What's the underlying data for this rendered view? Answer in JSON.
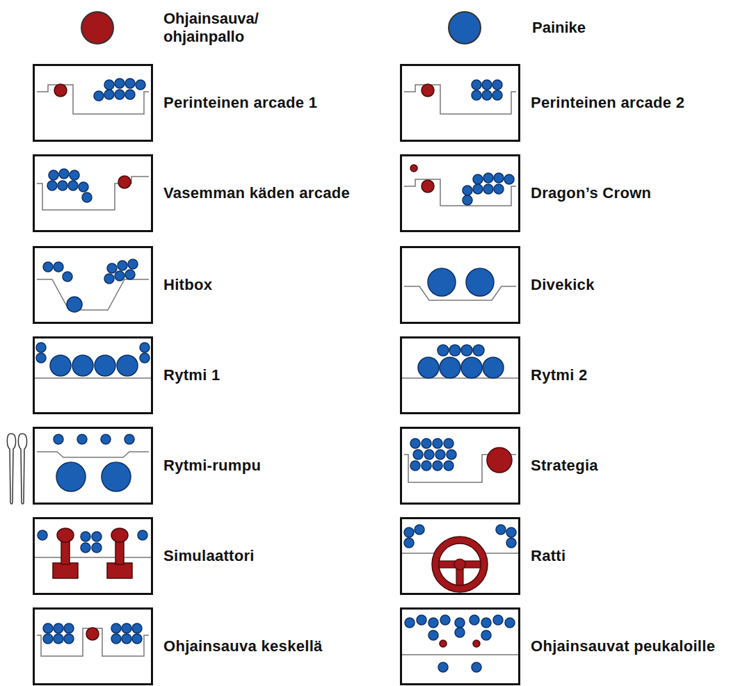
{
  "diagram": {
    "nodes": [
      {
        "text": [
          "Perinteinen arcade 1"
        ]
      },
      {
        "text": [
          "Perinteinen arcade 2"
        ]
      },
      {
        "text": [
          "Vasemman käden arcade"
        ]
      },
      {
        "text": [
          "Dragon’s Crown"
        ]
      },
      {
        "text": [
          "Hitbox"
        ]
      },
      {
        "text": [
          "Divekick"
        ]
      },
      {
        "text": [
          "Rytmi 1"
        ]
      },
      {
        "text": [
          "Rytmi 2"
        ]
      },
      {
        "text": [
          "Rytmi-rumpu"
        ]
      },
      {
        "text": [
          "Strategia"
        ]
      },
      {
        "text": [
          "Simulaattori"
        ]
      },
      {
        "text": [
          "Ratti"
        ]
      },
      {
        "text": [
          "Ohjainsauva keskellä"
        ]
      },
      {
        "text": [
          "Ohjainsauvat peukaloille"
        ]
      }
    ],
    "legend": [
      {
        "text": "Ohjainsauva/ ohjainpallo",
        "color": "#a3161a"
      },
      {
        "text": "Painike",
        "color": "#1a5fb4"
      }
    ]
  }
}
